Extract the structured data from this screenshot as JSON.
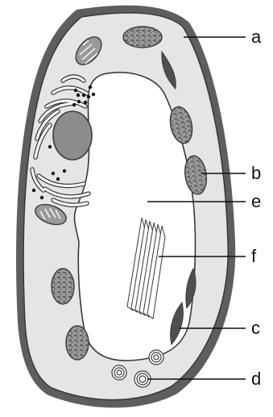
{
  "diagram": {
    "labels": {
      "a": "a",
      "b": "b",
      "c": "c",
      "d": "d",
      "e": "e",
      "f": "f"
    },
    "colors": {
      "cell_wall": "#5e5e5e",
      "cytoplasm": "#e5e5e5",
      "membrane": "#3a3a3a",
      "vacuole": "#ffffff",
      "nucleus": "#8c8c8c",
      "chloroplast": "#9a9a9a",
      "thylakoid": "#6c6c6c",
      "dark_organelle": "#4f4f4f",
      "ribosome": "#111111"
    },
    "icons": {
      "cell_wall": "cell-wall-icon",
      "chloroplast": "chloroplast-icon",
      "mitochondrion": "mitochondrion-icon",
      "vacuole": "vacuole-icon",
      "crystal": "raphide-crystal-icon",
      "nucleus": "nucleus-icon",
      "endoplasmic_reticulum": "endoplasmic-reticulum-icon",
      "vesicle": "vesicle-icon"
    }
  }
}
